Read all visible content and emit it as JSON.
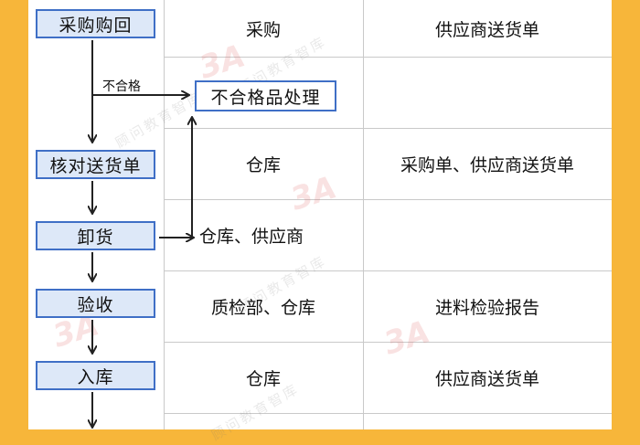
{
  "steps": [
    {
      "label": "采购购回",
      "dept": "采购",
      "doc": "供应商送货单"
    },
    {
      "label": "核对送货单",
      "dept": "仓库",
      "doc": "采购单、供应商送货单"
    },
    {
      "label": "卸货",
      "dept": "仓库、供应商",
      "doc": ""
    },
    {
      "label": "验收",
      "dept": "质检部、仓库",
      "doc": "进料检验报告"
    },
    {
      "label": "入库",
      "dept": "仓库",
      "doc": "供应商送货单"
    }
  ],
  "branch": {
    "condition_label": "不合格",
    "target_label": "不合格品处理"
  },
  "watermark": {
    "logo": "3A",
    "text": "顾问教育智库"
  },
  "colors": {
    "frame": "#f7b63a",
    "box_border": "#3f6fc6",
    "box_fill": "#dde8f8",
    "arrow": "#222222"
  }
}
